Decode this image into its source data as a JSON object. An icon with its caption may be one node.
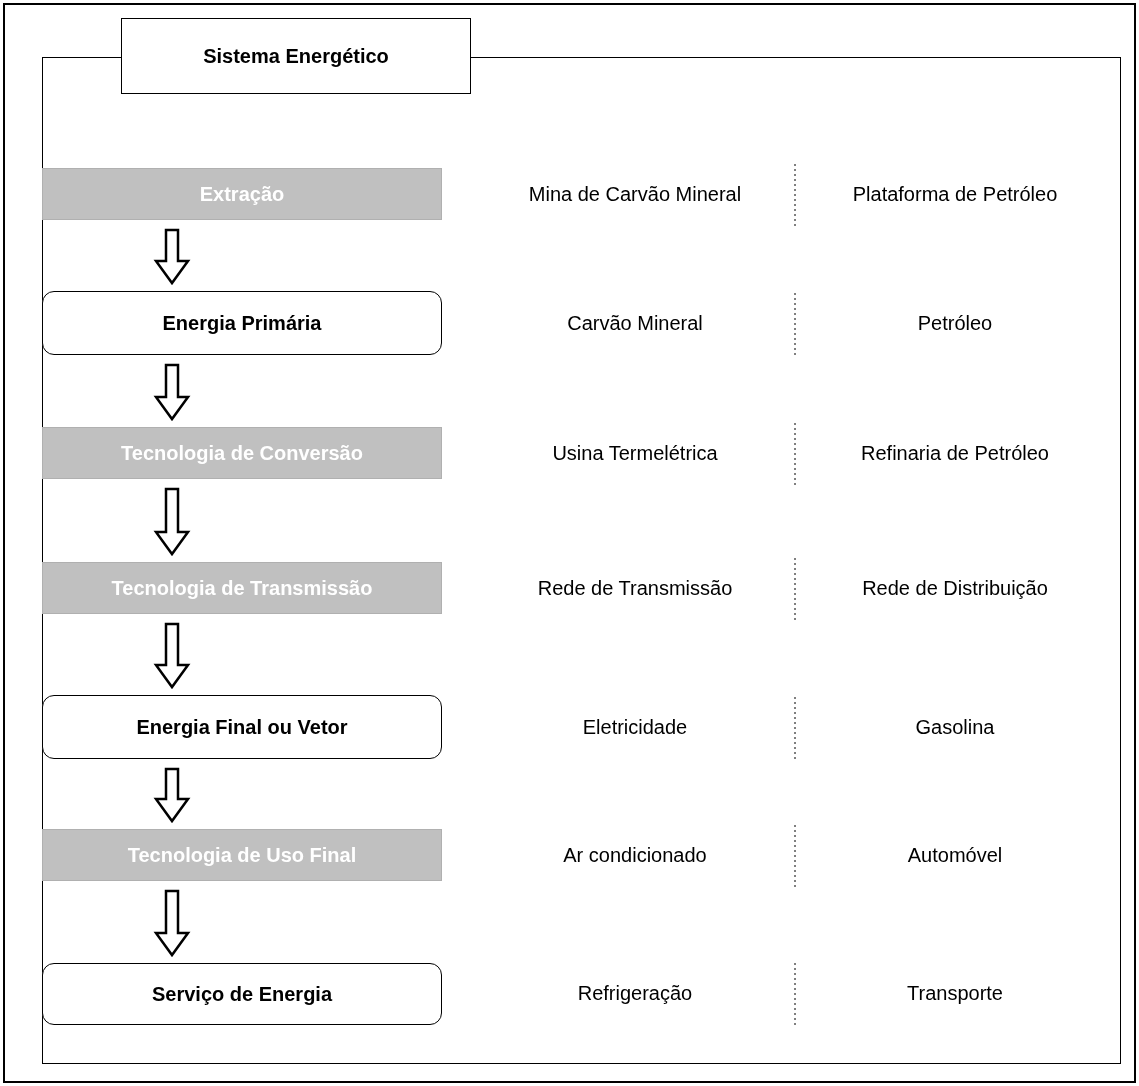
{
  "diagram": {
    "nodes": [
      {
        "text": [
          "Sistema Energético"
        ]
      },
      {
        "text": [
          "Extração"
        ],
        "in": 0
      },
      {
        "text": [
          "Energia Primária"
        ],
        "in": 0
      },
      {
        "text": [
          "Tecnologia de Conversão"
        ],
        "in": 0
      },
      {
        "text": [
          "Tecnologia de Transmissão"
        ],
        "in": 0
      },
      {
        "text": [
          "Energia Final ou Vetor"
        ],
        "in": 0
      },
      {
        "text": [
          "Tecnologia de Uso Final"
        ],
        "in": 0
      },
      {
        "text": [
          "Serviço de Energia"
        ],
        "in": 0
      }
    ],
    "edges": [
      {
        "from": 1,
        "to": 2,
        "arrow": "to"
      },
      {
        "from": 2,
        "to": 3,
        "arrow": "to"
      },
      {
        "from": 3,
        "to": 4,
        "arrow": "to"
      },
      {
        "from": 4,
        "to": 5,
        "arrow": "to"
      },
      {
        "from": 5,
        "to": 6,
        "arrow": "to"
      },
      {
        "from": 6,
        "to": 7,
        "arrow": "to"
      }
    ],
    "labels": [
      "Mina de Carvão Mineral",
      "Plataforma de Petróleo",
      "Carvão Mineral",
      "Petróleo",
      "Usina Termelétrica",
      "Refinaria de Petróleo",
      "Rede de Transmissão",
      "Rede de Distribuição",
      "Eletricidade",
      "Gasolina",
      "Ar condicionado",
      "Automóvel",
      "Refrigeração",
      "Transporte"
    ]
  }
}
